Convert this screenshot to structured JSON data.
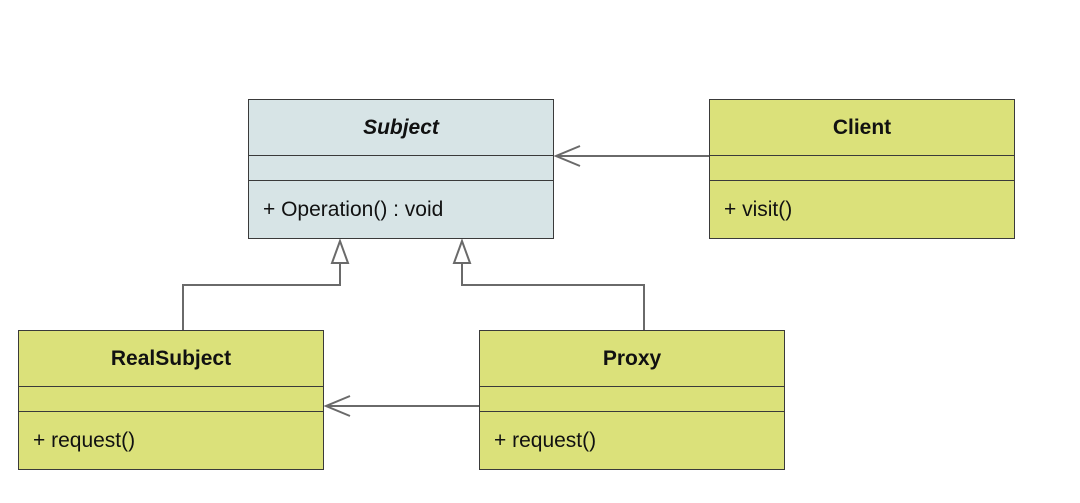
{
  "colors": {
    "interface_fill": "#d7e4e6",
    "class_fill": "#dbe17a",
    "border": "#3a3a3a",
    "connector": "#6a6a6a"
  },
  "classes": {
    "subject": {
      "name": "Subject",
      "operation": "+ Operation() : void"
    },
    "client": {
      "name": "Client",
      "operation": "+ visit()"
    },
    "realsubject": {
      "name": "RealSubject",
      "operation": "+ request()"
    },
    "proxy": {
      "name": "Proxy",
      "operation": "+ request()"
    }
  }
}
